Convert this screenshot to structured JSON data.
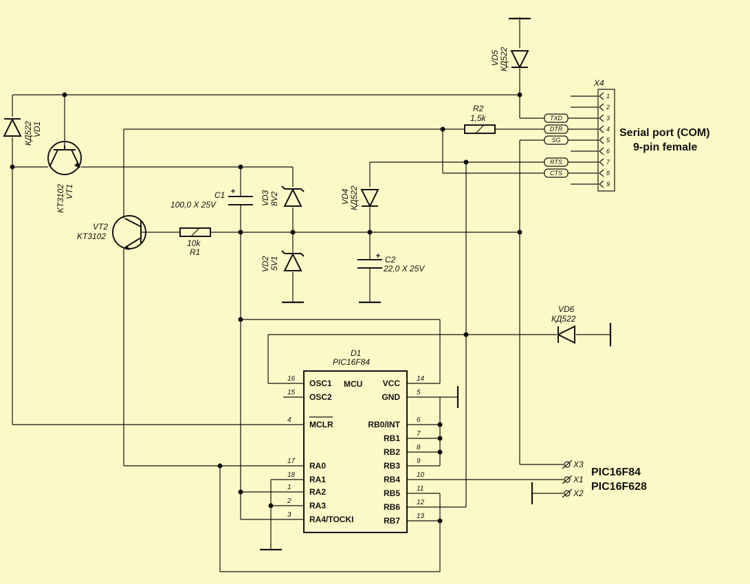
{
  "components": {
    "vd1": {
      "ref": "VD1",
      "type": "КД522"
    },
    "vt1": {
      "ref": "VT1",
      "type": "KT3102"
    },
    "vt2": {
      "ref": "VT2",
      "type": "KT3102"
    },
    "r1": {
      "ref": "R1",
      "value": "10k"
    },
    "r2": {
      "ref": "R2",
      "value": "1,5k"
    },
    "c1": {
      "ref": "C1",
      "value": "100,0 X 25V"
    },
    "c2": {
      "ref": "C2",
      "value": "22,0 X 25V"
    },
    "vd2": {
      "ref": "VD2",
      "type": "5V1"
    },
    "vd3": {
      "ref": "VD3",
      "type": "8V2"
    },
    "vd4": {
      "ref": "VD4",
      "type": "КД522"
    },
    "vd5": {
      "ref": "VD5",
      "type": "КД522"
    },
    "vd6": {
      "ref": "VD6",
      "type": "КД522"
    }
  },
  "mcu": {
    "ref": "D1",
    "part": "PIC16F84",
    "title": "MCU",
    "left_pins": [
      {
        "num": "16",
        "name": "OSC1"
      },
      {
        "num": "15",
        "name": "OSC2"
      },
      {
        "num": "4",
        "name": "MCLR"
      },
      {
        "num": "17",
        "name": "RA0"
      },
      {
        "num": "18",
        "name": "RA1"
      },
      {
        "num": "1",
        "name": "RA2"
      },
      {
        "num": "2",
        "name": "RA3"
      },
      {
        "num": "3",
        "name": "RA4/TOCKI"
      }
    ],
    "right_pins": [
      {
        "num": "14",
        "name": "VCC"
      },
      {
        "num": "5",
        "name": "GND"
      },
      {
        "num": "6",
        "name": "RB0/INT"
      },
      {
        "num": "7",
        "name": "RB1"
      },
      {
        "num": "8",
        "name": "RB2"
      },
      {
        "num": "9",
        "name": "RB3"
      },
      {
        "num": "10",
        "name": "RB4"
      },
      {
        "num": "11",
        "name": "RB5"
      },
      {
        "num": "12",
        "name": "RB6"
      },
      {
        "num": "13",
        "name": "RB7"
      }
    ]
  },
  "connector": {
    "ref": "X4",
    "title_line1": "Serial port (COM)",
    "title_line2": "9-pin female",
    "pins": [
      "1",
      "2",
      "3",
      "4",
      "5",
      "6",
      "7",
      "8",
      "9"
    ],
    "signals": [
      "TXD",
      "DTR",
      "SG",
      "RTS",
      "CTS"
    ]
  },
  "outputs": {
    "x3": "X3",
    "x1": "X1",
    "x2": "X2",
    "chip1": "PIC16F84",
    "chip2": "PIC16F628"
  }
}
